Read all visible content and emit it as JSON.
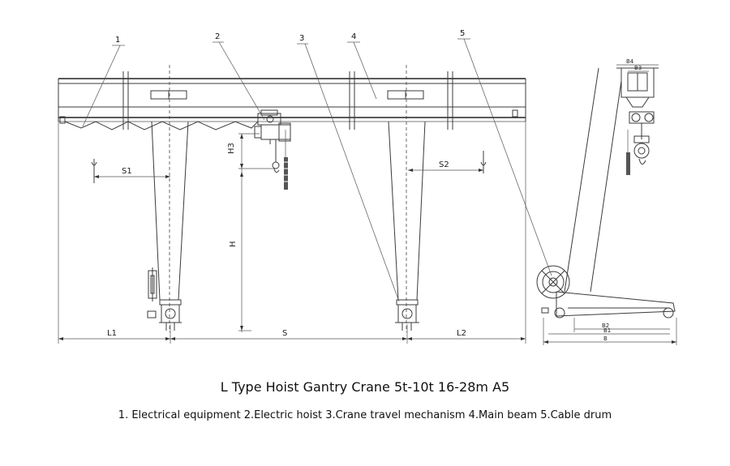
{
  "title": "L Type Hoist Gantry Crane 5t-10t  16-28m  A5",
  "legend": "1. Electrical equipment  2.Electric hoist   3.Crane travel mechanism  4.Main beam 5.Cable drum",
  "callouts": [
    "1",
    "2",
    "3",
    "4",
    "5"
  ],
  "dimensions": {
    "s1": "S1",
    "s2": "S2",
    "h3": "H3",
    "h": "H",
    "l1": "L1",
    "s": "S",
    "l2": "L2",
    "b4": "B4",
    "b3": "B3",
    "b2": "B2",
    "b1": "B1",
    "b": "B"
  }
}
